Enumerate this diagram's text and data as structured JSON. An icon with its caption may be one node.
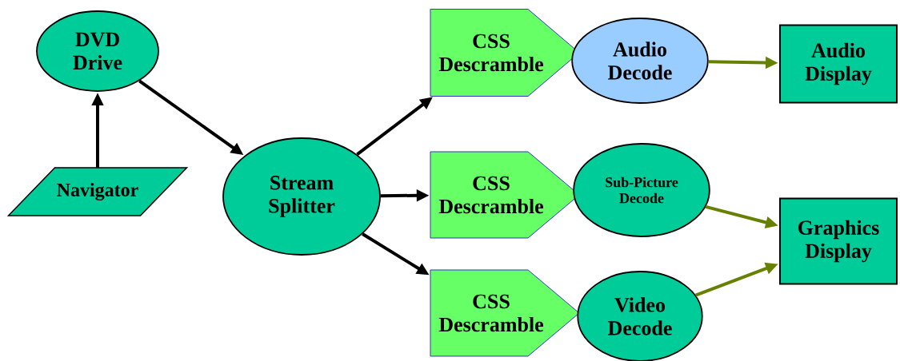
{
  "diagram": {
    "nodes": [
      {
        "text": [
          "DVD Drive"
        ]
      },
      {
        "text": [
          "Navigator"
        ]
      },
      {
        "text": [
          "Stream Splitter"
        ]
      },
      {
        "text": [
          "CSS Descramble"
        ]
      },
      {
        "text": [
          "CSS Descramble"
        ]
      },
      {
        "text": [
          "CSS Descramble"
        ]
      },
      {
        "text": [
          "Audio Decode"
        ]
      },
      {
        "text": [
          "Sub-Picture Decode"
        ]
      },
      {
        "text": [
          "Video Decode"
        ]
      },
      {
        "text": [
          "Audio Display"
        ]
      },
      {
        "text": [
          "Graphics Display"
        ]
      }
    ],
    "edges": [
      {
        "from": 1,
        "to": 0,
        "arrow": "to"
      },
      {
        "from": 0,
        "to": 2,
        "arrow": "to"
      },
      {
        "from": 2,
        "to": 3,
        "arrow": "to"
      },
      {
        "from": 2,
        "to": 4,
        "arrow": "to"
      },
      {
        "from": 2,
        "to": 5,
        "arrow": "to"
      },
      {
        "from": 6,
        "to": 9,
        "arrow": "to",
        "color": "#668000"
      },
      {
        "from": 7,
        "to": 10,
        "arrow": "to",
        "color": "#668000"
      },
      {
        "from": 8,
        "to": 10,
        "arrow": "to",
        "color": "#668000"
      }
    ]
  }
}
